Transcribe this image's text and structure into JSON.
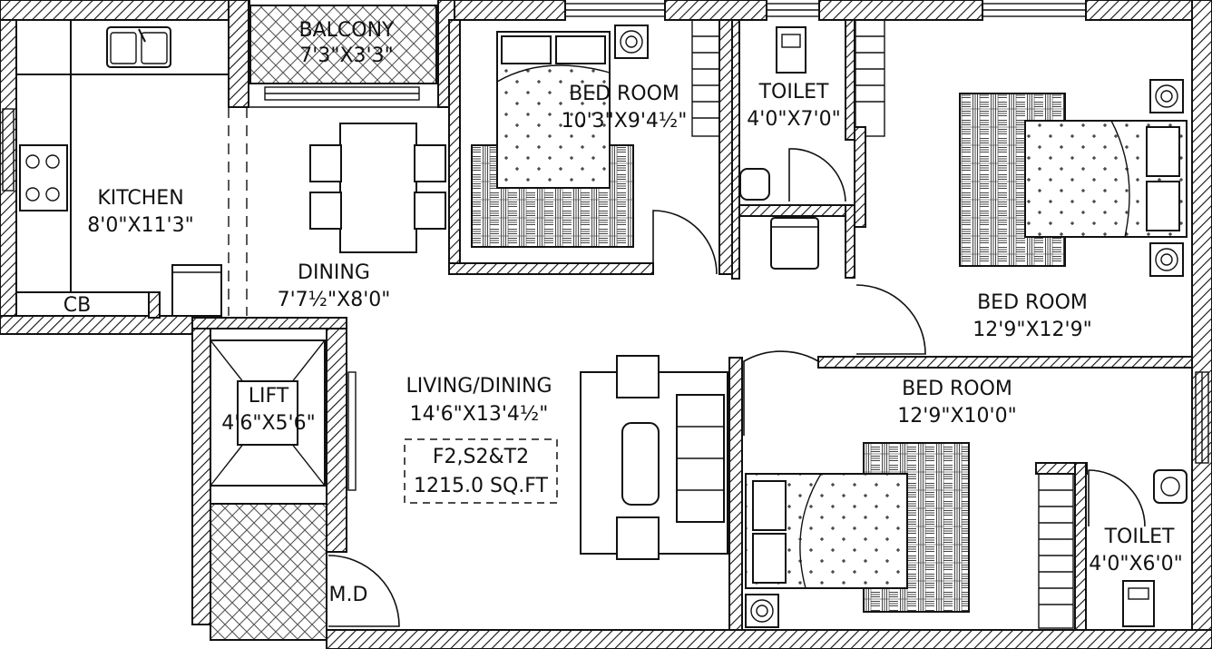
{
  "rooms": {
    "balcony": {
      "name": "BALCONY",
      "size": "7'3\"X3'3\""
    },
    "bedroom_top": {
      "name": "BED ROOM",
      "size": "10'3\"X9'4½\""
    },
    "toilet_top": {
      "name": "TOILET",
      "size": "4'0\"X7'0\""
    },
    "kitchen": {
      "name": "KITCHEN",
      "size": "8'0\"X11'3\""
    },
    "cb": {
      "name": "CB"
    },
    "dining": {
      "name": "DINING",
      "size": "7'7½\"X8'0\""
    },
    "bedroom_right": {
      "name": "BED ROOM",
      "size": "12'9\"X12'9\""
    },
    "lift": {
      "name": "LIFT",
      "size": "4'6\"X5'6\""
    },
    "living": {
      "name": "LIVING/DINING",
      "size": "14'6\"X13'4½\""
    },
    "bedroom_bottom": {
      "name": "BED ROOM",
      "size": "12'9\"X10'0\""
    },
    "toilet_bottom": {
      "name": "TOILET",
      "size": "4'0\"X6'0\""
    },
    "main_door": {
      "name": "M.D"
    }
  },
  "flat_info": {
    "unit": "F2,S2&T2",
    "area": "1215.0 SQ.FT"
  }
}
